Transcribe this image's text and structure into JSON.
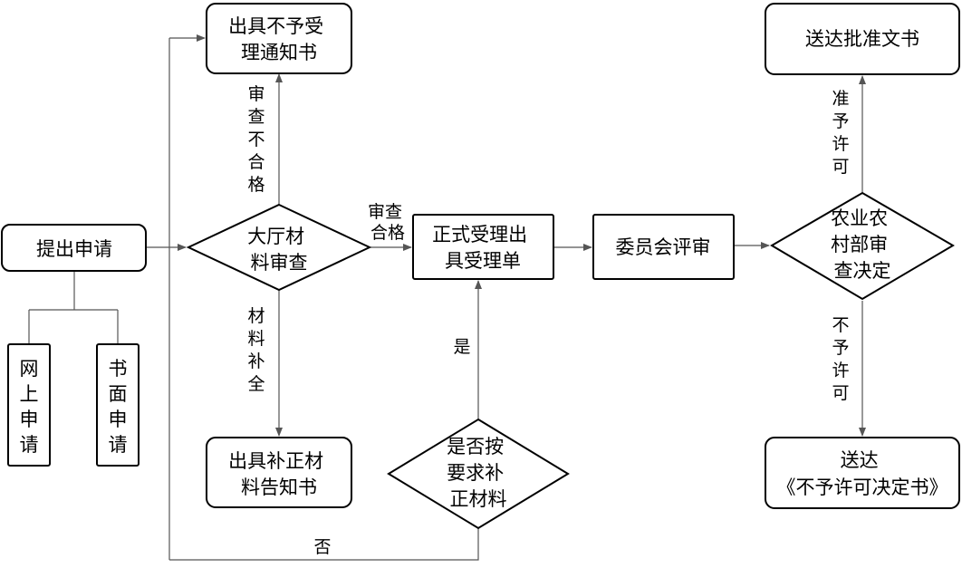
{
  "nodes": {
    "submit": "提出申请",
    "online": "网上申请",
    "written": "书面申请",
    "hall_review": [
      "大厅材",
      "料审查"
    ],
    "reject_notice": [
      "出具不予受",
      "理通知书"
    ],
    "supplement_notice": [
      "出具补正材",
      "料告知书"
    ],
    "accept": [
      "正式受理出",
      "具受理单"
    ],
    "as_required": [
      "是否按",
      "要求补",
      "正材料"
    ],
    "committee": "委员会评审",
    "ministry_decision": [
      "农业农",
      "村部审",
      "查决定"
    ],
    "approval_doc": "送达批准文书",
    "deny_doc": [
      "送达",
      "《不予许可决定书》"
    ]
  },
  "edges": {
    "review_fail": "审查不合格",
    "review_pass": [
      "审查",
      "合格"
    ],
    "supplement": "材料补全",
    "yes": "是",
    "no": "否",
    "approve": "准予许可",
    "deny": "不予许可"
  }
}
